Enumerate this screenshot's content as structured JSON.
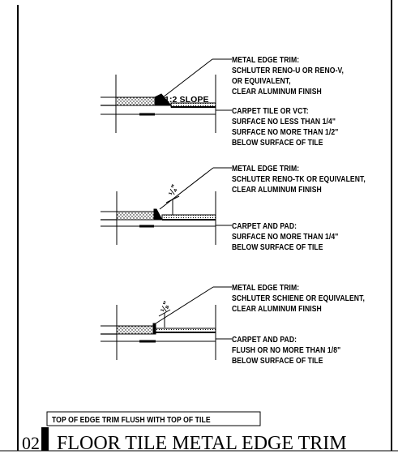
{
  "details": [
    {
      "slope_label": "1:2 SLOPE",
      "trim_note": [
        "METAL EDGE TRIM:",
        "SCHLUTER RENO-U OR RENO-V,",
        "OR EQUIVALENT,",
        "CLEAR ALUMINUM FINISH"
      ],
      "floor_note": [
        "CARPET TILE OR VCT:",
        "SURFACE NO LESS THAN 1/4\"",
        "SURFACE NO MORE THAN 1/2\"",
        "BELOW SURFACE OF TILE"
      ]
    },
    {
      "dim_label": "¼\"",
      "trim_note": [
        "METAL EDGE TRIM:",
        "SCHLUTER RENO-TK OR EQUIVALENT,",
        "CLEAR ALUMINUM FINISH"
      ],
      "floor_note": [
        "CARPET AND PAD:",
        "SURFACE NO MORE THAN 1/4\"",
        "BELOW SURFACE OF TILE"
      ]
    },
    {
      "dim_label": "⅛\"",
      "trim_note": [
        "METAL EDGE TRIM:",
        "SCHLUTER SCHIENE OR EQUIVALENT,",
        "CLEAR ALUMINUM FINISH"
      ],
      "floor_note": [
        "CARPET AND PAD:",
        "FLUSH OR NO MORE THAN 1/8\"",
        "BELOW SURFACE OF TILE"
      ]
    }
  ],
  "footer": {
    "note": "TOP OF EDGE TRIM FLUSH WITH TOP OF TILE",
    "detail_number": "02",
    "title": "FLOOR TILE METAL EDGE TRIM"
  }
}
